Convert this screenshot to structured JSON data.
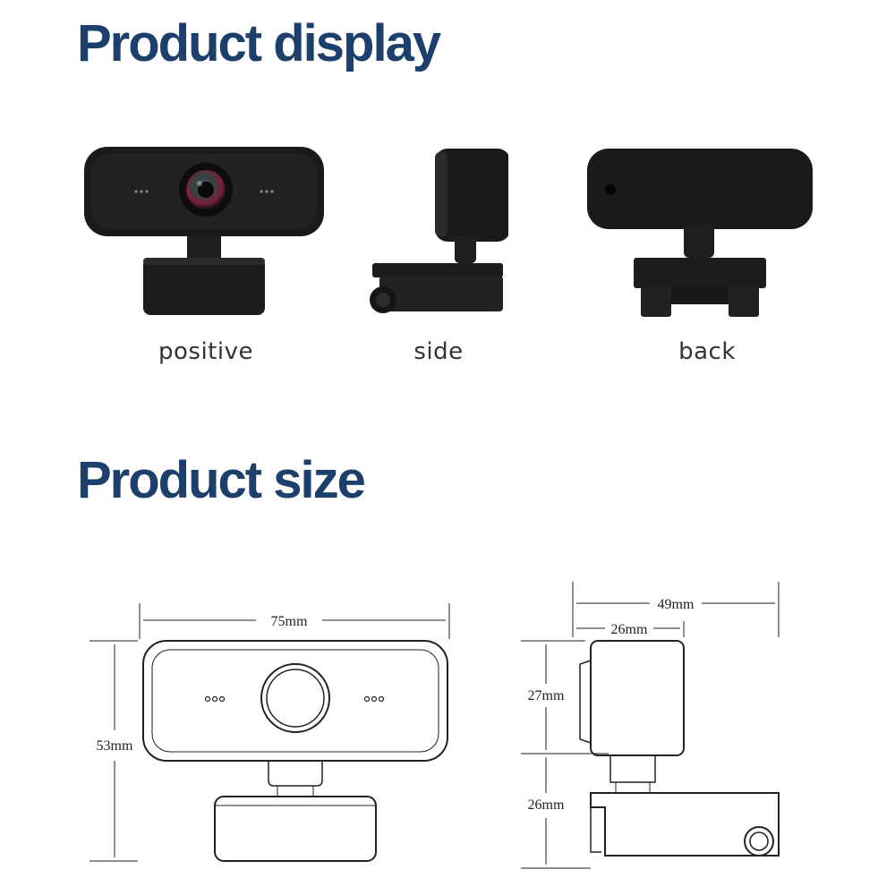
{
  "sections": {
    "display_title": "Product display",
    "size_title": "Product size"
  },
  "views": {
    "positive": "positive",
    "side": "side",
    "back": "back"
  },
  "dimensions": {
    "front_width": "75mm",
    "front_height": "53mm",
    "side_depth_total": "49mm",
    "side_depth_head": "26mm",
    "side_head_height": "27mm",
    "side_base_height": "26mm"
  },
  "colors": {
    "heading": "#1c3f6b",
    "camera_body": "#1a1a1a",
    "line_art": "#222222"
  }
}
